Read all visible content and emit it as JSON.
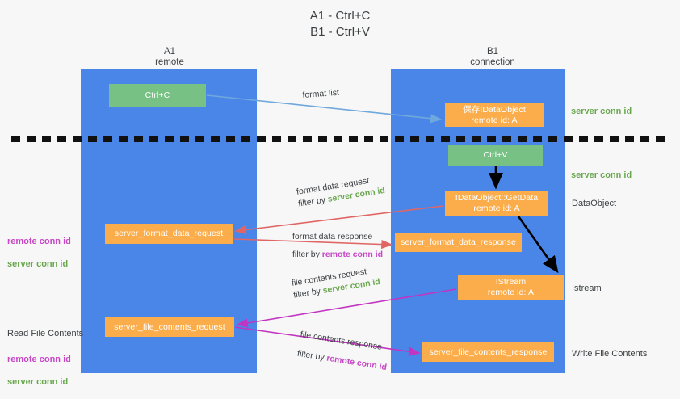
{
  "title": "A1 - Ctrl+C\nB1 - Ctrl+V",
  "columns": [
    {
      "name": "a1",
      "title": "A1\nremote"
    },
    {
      "name": "b1",
      "title": "B1\nconnection"
    }
  ],
  "boxes": {
    "ctrl_c": "Ctrl+C",
    "save_idataobject": "保存IDataObject\nremote id: A",
    "ctrl_v": "Ctrl+V",
    "getdata": "IDataObject::GetData\nremote id: A",
    "server_format_data_request": "server_format_data_request",
    "server_format_data_response": "server_format_data_response",
    "istream": "IStream\nremote id: A",
    "server_file_contents_request": "server_file_contents_request",
    "server_file_contents_response": "server_file_contents_response"
  },
  "arrow_labels": {
    "format_list": "format list",
    "format_data_request": "format data request",
    "format_data_request_filter_prefix": "filter by ",
    "format_data_request_filter_value": "server conn id",
    "format_data_response": "format data response",
    "format_data_response_filter_prefix": "filter by ",
    "format_data_response_filter_value": "remote conn id",
    "file_contents_request": "file contents request",
    "file_contents_request_filter_prefix": "filter by ",
    "file_contents_request_filter_value": "server conn id",
    "file_contents_response": "file contents response",
    "file_contents_response_filter_prefix": "filter by ",
    "file_contents_response_filter_value": "remote conn id"
  },
  "right_labels": {
    "server_conn_id_top": "server conn id",
    "server_conn_id_mid": "server conn id",
    "dataobject": "DataObject",
    "istream": "Istream",
    "write_file_contents": "Write File Contents"
  },
  "left_labels": {
    "conn_ids_top_remote": "remote conn id",
    "conn_ids_top_server": "server conn id",
    "read_file_contents": "Read File Contents",
    "conn_ids_bottom_remote": "remote conn id",
    "conn_ids_bottom_server": "server conn id"
  },
  "colors": {
    "lifeline_blue": "#4a86e8",
    "box_orange": "#fbad4b",
    "box_green": "#76c183",
    "remote_conn_id": "#c648c6",
    "server_conn_id": "#6aa84f",
    "arrow_blue": "#6fa8dc",
    "arrow_red": "#e06666",
    "arrow_magenta": "#c234c2",
    "arrow_black": "#000000",
    "background": "#f7f7f7"
  }
}
